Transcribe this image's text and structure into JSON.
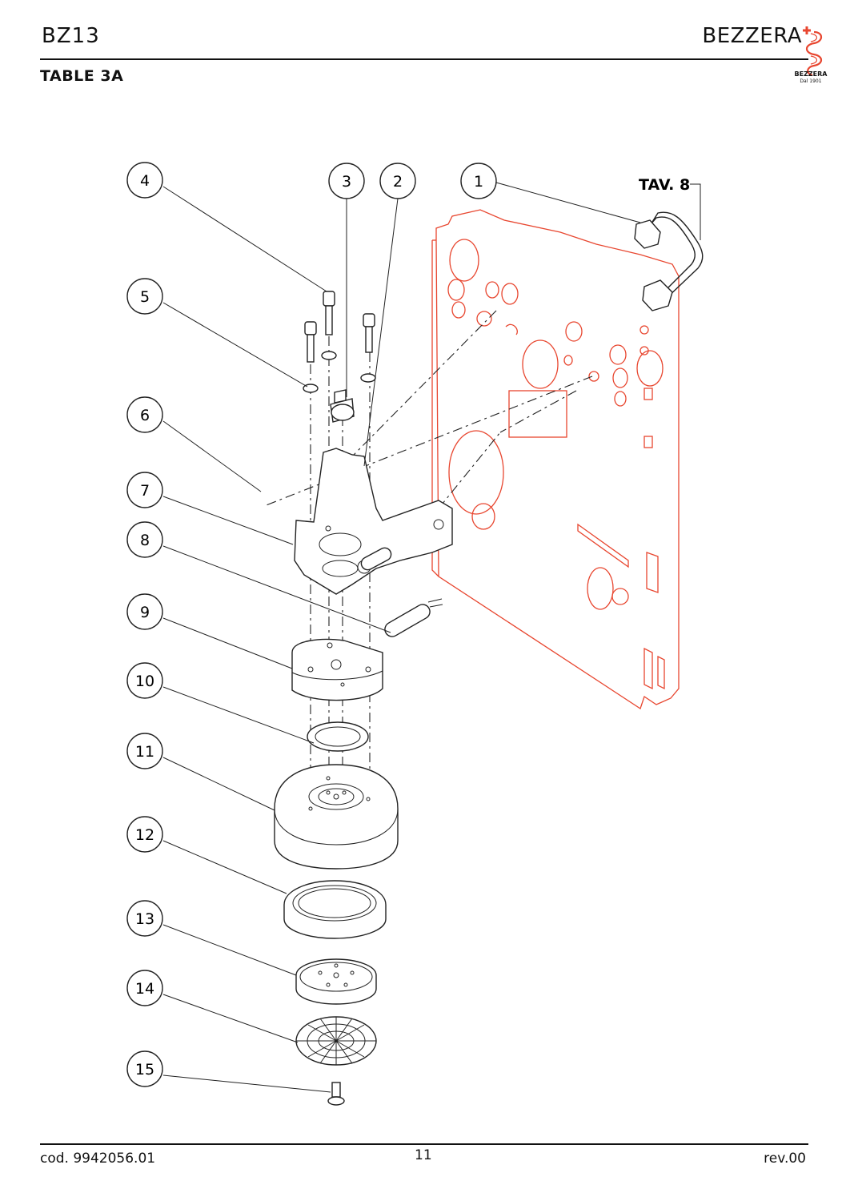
{
  "header": {
    "model": "BZ13",
    "brand": "BEZZERA",
    "table_title": "TABLE 3A",
    "logo_word": "BEZZERA",
    "logo_since": "Dal 1901"
  },
  "diagram": {
    "reference_label": "TAV. 8",
    "callouts": [
      {
        "id": "1",
        "label": "1"
      },
      {
        "id": "2",
        "label": "2"
      },
      {
        "id": "3",
        "label": "3"
      },
      {
        "id": "4",
        "label": "4"
      },
      {
        "id": "5",
        "label": "5"
      },
      {
        "id": "6",
        "label": "6"
      },
      {
        "id": "7",
        "label": "7"
      },
      {
        "id": "8",
        "label": "8"
      },
      {
        "id": "9",
        "label": "9"
      },
      {
        "id": "10",
        "label": "10"
      },
      {
        "id": "11",
        "label": "11"
      },
      {
        "id": "12",
        "label": "12"
      },
      {
        "id": "13",
        "label": "13"
      },
      {
        "id": "14",
        "label": "14"
      },
      {
        "id": "15",
        "label": "15"
      }
    ],
    "colors": {
      "line": "#222222",
      "frame": "#e8462f"
    }
  },
  "footer": {
    "code": "cod. 9942056.01",
    "page": "11",
    "revision": "rev.00"
  }
}
